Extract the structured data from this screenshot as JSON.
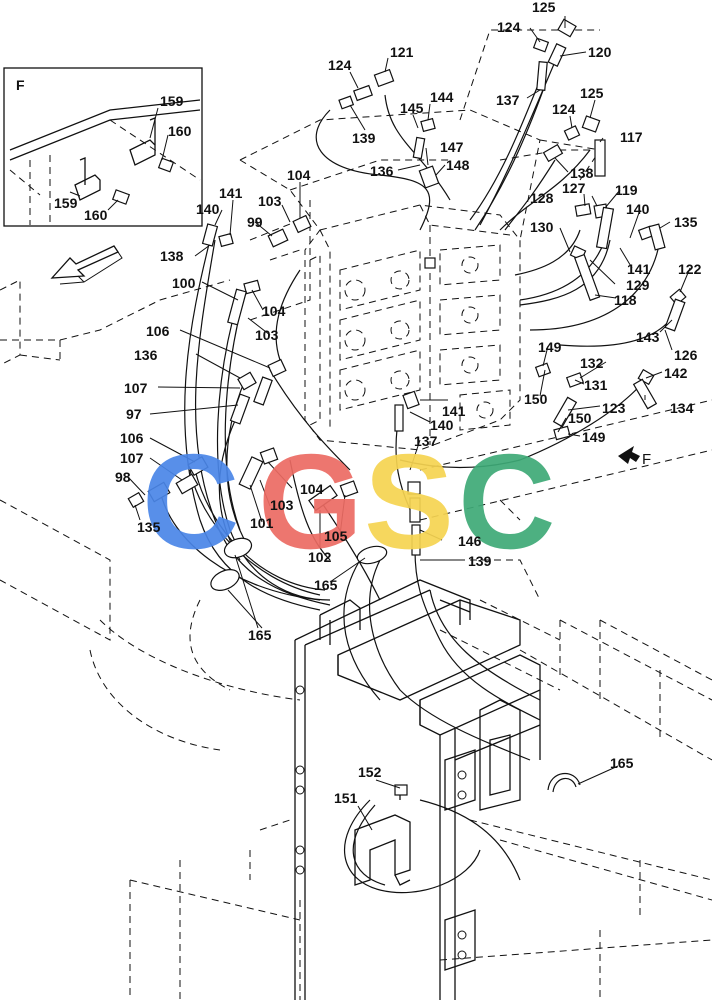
{
  "detail": {
    "letter": "F",
    "callouts": [
      "159",
      "160",
      "159",
      "160"
    ]
  },
  "view_marker": {
    "label": "F"
  },
  "watermark": {
    "letters": [
      "C",
      "G",
      "S",
      "C"
    ],
    "colors": [
      "#4a86e8",
      "#ec6b63",
      "#f6d451",
      "#3eaa77"
    ]
  },
  "callouts": [
    "125",
    "124",
    "120",
    "121",
    "124",
    "137",
    "144",
    "145",
    "139",
    "125",
    "124",
    "117",
    "147",
    "136",
    "148",
    "138",
    "104",
    "141",
    "103",
    "127",
    "128",
    "119",
    "140",
    "99",
    "140",
    "135",
    "130",
    "138",
    "141",
    "122",
    "129",
    "100",
    "104",
    "118",
    "103",
    "106",
    "143",
    "126",
    "136",
    "149",
    "132",
    "142",
    "107",
    "131",
    "141",
    "150",
    "97",
    "140",
    "123",
    "134",
    "150",
    "137",
    "149",
    "106",
    "107",
    "104",
    "98",
    "103",
    "101",
    "135",
    "105",
    "102",
    "146",
    "139",
    "165",
    "165",
    "165",
    "152",
    "151"
  ]
}
